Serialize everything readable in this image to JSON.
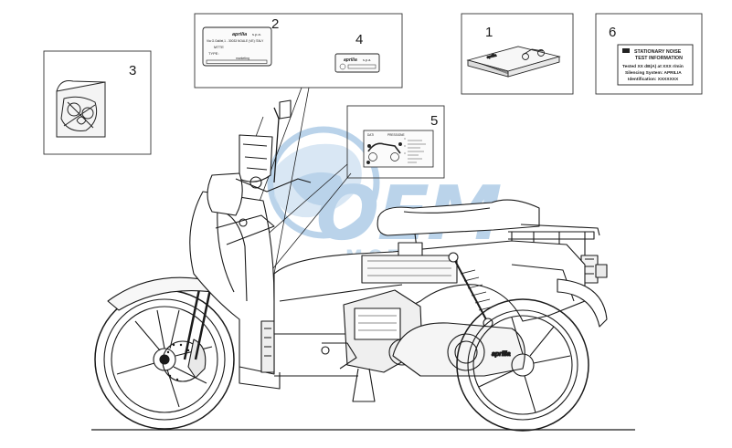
{
  "watermark": {
    "brand": "OEM",
    "sub": "MOTORPARTS",
    "color": "#a9c9e6"
  },
  "callouts": [
    "1",
    "2",
    "3",
    "4",
    "5",
    "6"
  ],
  "label_2": {
    "brand": "aprilia",
    "suffix": "s.p.a.",
    "address": "Via G.Galilei,1 - 30033 NOALE (VE) ITALY",
    "row1": "MTTE",
    "row2": "TYPE:",
    "row3": "marketing"
  },
  "label_4": {
    "brand": "aprilia",
    "suffix": "s.p.a."
  },
  "label_5": {
    "header_left": "DATI",
    "header_right": "PRESSIONE"
  },
  "label_6": {
    "line1": "STATIONARY NOISE",
    "line2": "TEST INFORMATION",
    "line3": "Tested XX dB(A) at XXX r/min",
    "line4": "Silencing System: APRILIA",
    "line5": "Identification: XXXXXXX"
  },
  "manual_1": {
    "cover_text": "aprilia"
  },
  "scooter": {
    "side_panel_brand": "aprilia"
  },
  "colors": {
    "line": "#1a1a1a",
    "background": "#ffffff",
    "watermark": "#a9c9e6"
  }
}
